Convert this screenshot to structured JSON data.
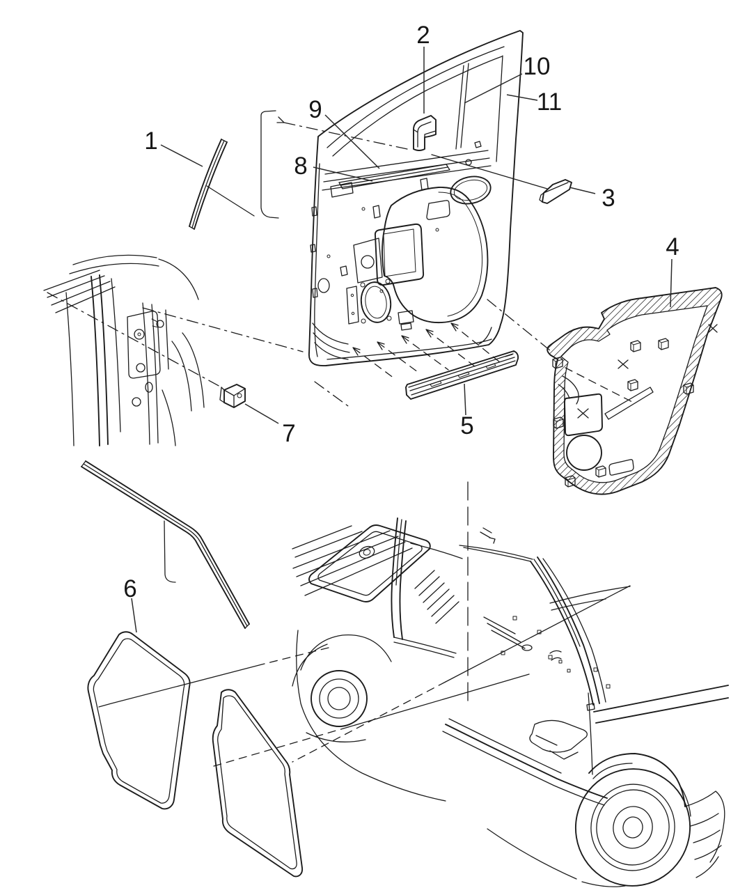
{
  "diagram": {
    "background_color": "#ffffff",
    "line_color": "#1c1c1c",
    "callouts": [
      {
        "id": "1",
        "label": "1"
      },
      {
        "id": "2",
        "label": "2"
      },
      {
        "id": "3",
        "label": "3"
      },
      {
        "id": "4",
        "label": "4"
      },
      {
        "id": "5",
        "label": "5"
      },
      {
        "id": "6",
        "label": "6"
      },
      {
        "id": "7",
        "label": "7"
      },
      {
        "id": "8",
        "label": "8"
      },
      {
        "id": "9",
        "label": "9"
      },
      {
        "id": "10",
        "label": "10"
      },
      {
        "id": "11",
        "label": "11"
      }
    ]
  }
}
